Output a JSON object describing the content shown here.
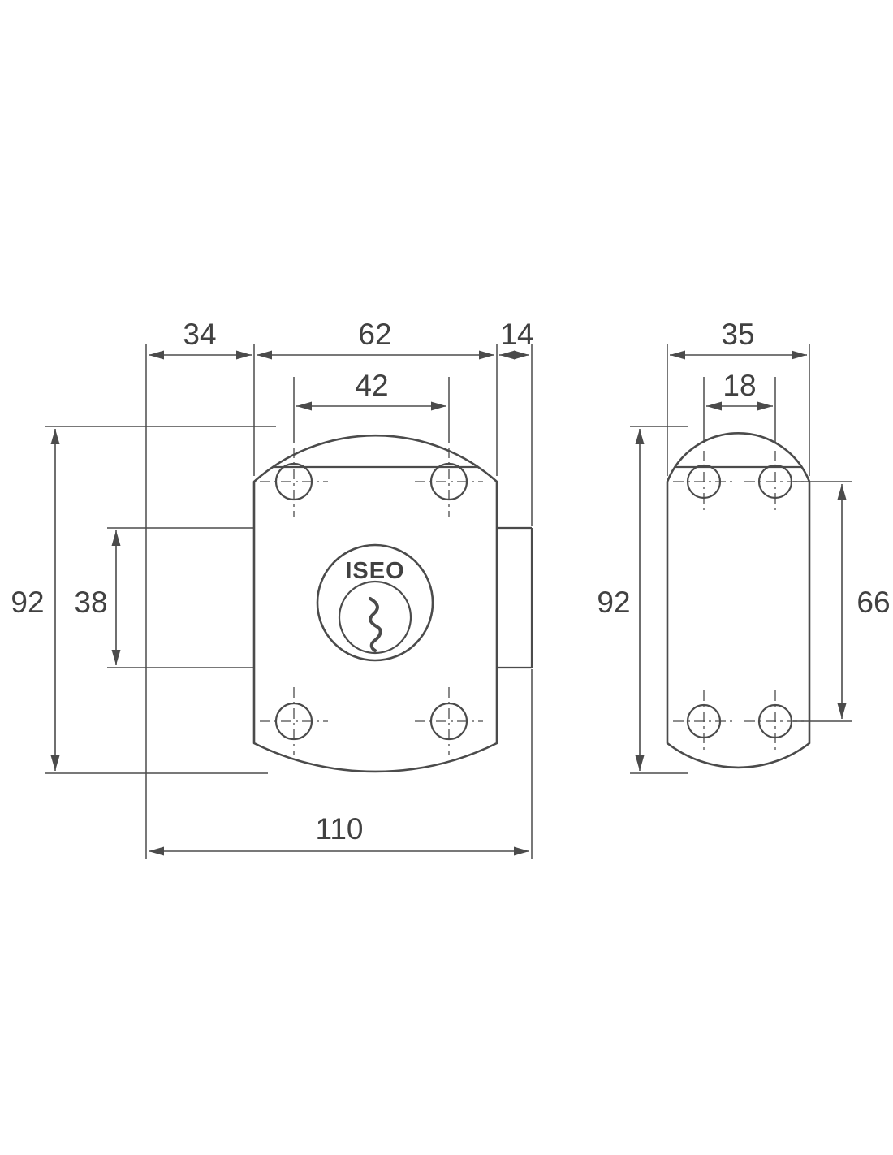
{
  "brand_label": "ISEO",
  "dims": {
    "front_offset_left": "34",
    "front_body_width": "62",
    "front_protrusion_depth": "14",
    "front_hole_spacing": "42",
    "front_body_height": "92",
    "front_inner_height": "38",
    "front_total_width": "110",
    "side_body_width": "35",
    "side_hole_spacing": "18",
    "side_body_height": "92",
    "side_hole_span_v": "66"
  },
  "colors": {
    "line": "#4b4b4b",
    "text": "#414141",
    "background": "#ffffff"
  }
}
